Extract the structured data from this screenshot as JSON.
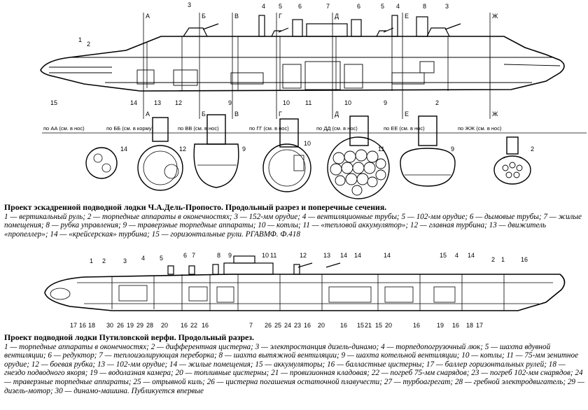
{
  "figure1": {
    "section_marks": [
      "А",
      "Б",
      "В",
      "Г",
      "Д",
      "Е",
      "Ж"
    ],
    "section_labels": [
      "по АА (см. в нос)",
      "по ББ (см. в корму)",
      "по ВВ (см. в нос)",
      "по ГГ (см. в нос)",
      "по ДД (см. в нос)",
      "по ЕЕ (см. в нос)",
      "по ЖЖ (см. в нос)"
    ],
    "callouts": [
      "1",
      "2",
      "3",
      "4",
      "5",
      "6",
      "7",
      "6",
      "5",
      "4",
      "8",
      "3",
      "15",
      "14",
      "13",
      "12",
      "9",
      "10",
      "11",
      "10",
      "9",
      "2",
      "14",
      "12",
      "9",
      "10",
      "11",
      "9",
      "2"
    ],
    "title": "Проект эскадренной подводной лодки Ч.А.Дель-Пропосто. Продольный разрез и поперечные сечения.",
    "legend": "1 — вертикальный руль; 2 — торпедные аппараты в оконечностях; 3 — 152-мм орудие; 4 — вентиляционные трубы; 5 — 102-мм орудие; 6 — дымовые трубы; 7 — жилые помещения; 8 — рубка управления; 9 — траверзные торпедные аппараты; 10 — котлы; 11 — «тепловой аккумулятор»; 12 — главная турбина; 13 — движитель «пропеллер»; 14 — «крейсерская» турбина; 15 — горизонтальные рули. РГАВМФ. Ф.418"
  },
  "figure2": {
    "callouts_top": [
      "1",
      "2",
      "3",
      "4",
      "5",
      "6",
      "7",
      "8",
      "9",
      "10",
      "11",
      "12",
      "13",
      "14",
      "14",
      "14",
      "15",
      "4",
      "14",
      "2",
      "1",
      "16"
    ],
    "callouts_bottom": [
      "17",
      "16",
      "18",
      "30",
      "26",
      "19",
      "29",
      "28",
      "20",
      "16",
      "22",
      "16",
      "7",
      "26",
      "25",
      "24",
      "23",
      "16",
      "20",
      "16",
      "15",
      "21",
      "15",
      "20",
      "16",
      "19",
      "16",
      "18",
      "17"
    ],
    "title": "Проект подводной лодки Путиловской верфи. Продольный разрез.",
    "legend": "1 — торпедные аппараты в оконечностях; 2 — дифферентная цистерна; 3 — электростанция дизель-динамо; 4 — торпедопогрузочный люк; 5 — шахта вдувной вентиляции; 6 — редуктор; 7 — теплоизолирующая переборка; 8 — шахта вытяжной вентиляции; 9 — шахта котельной вентиляции; 10 — котлы; 11 — 75-мм зенитное орудие; 12 — боевая рубка; 13 — 102-мм орудие; 14 — жилые помещения; 15 — аккумуляторы; 16 — балластные цистерны; 17 — баллер горизонтальных рулей; 18 — гнездо подводного якоря; 19 — водолазная камера; 20 — топливные цистерны; 21 — провизионная кладовая; 22 — погреб 75-мм снарядов; 23 — погреб 102-мм снарядов; 24 — траверзные торпедные аппараты; 25 — отрывной киль; 26 — цистерна погашения остаточной плавучести; 27 — турбоагрегат; 28 — гребной электродвигатель; 29 — дизель-мотор; 30 — динамо-машина. Публикуется впервые"
  }
}
